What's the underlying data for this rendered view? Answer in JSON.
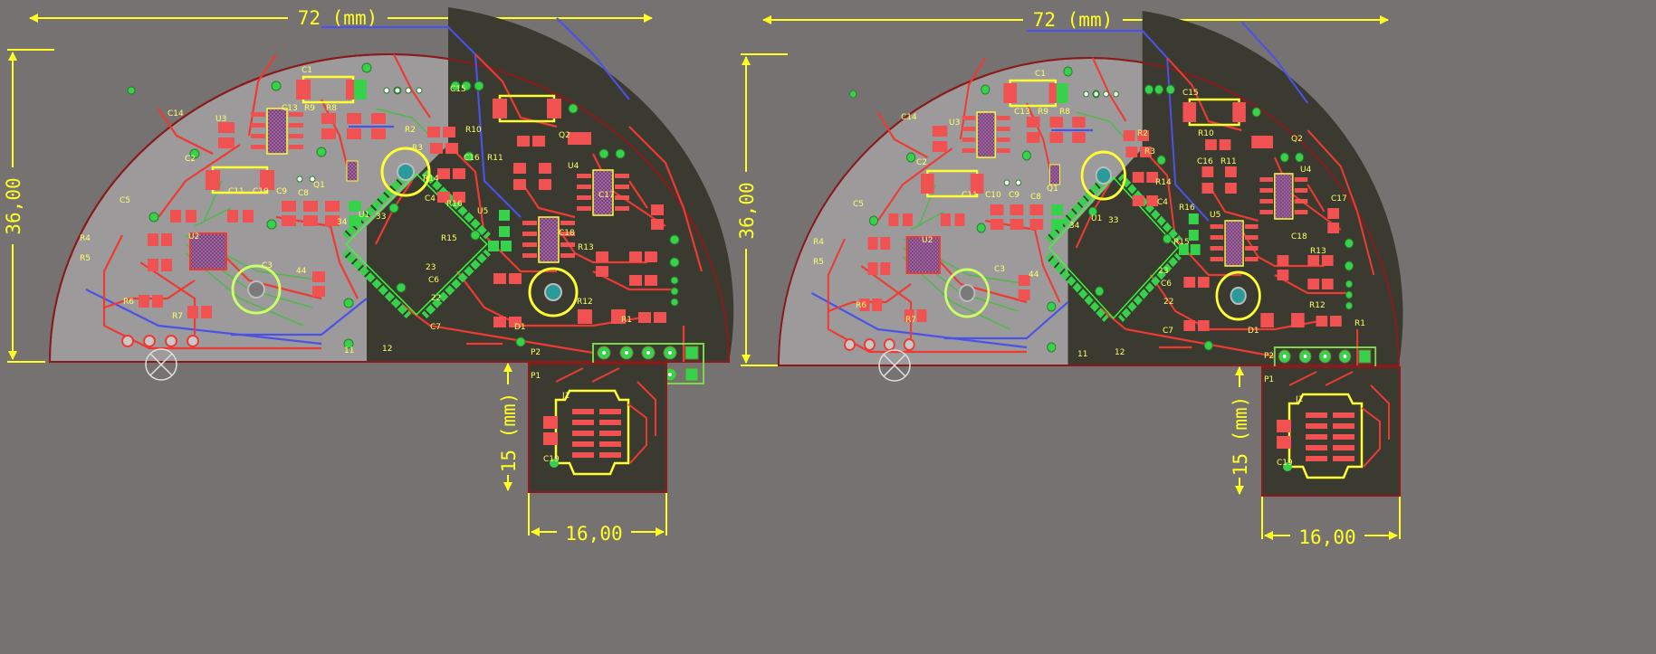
{
  "dimensions": {
    "width_label": "72 (mm)",
    "height_label": "36,00",
    "tab_height_label": "15 (mm)",
    "tab_width_label": "16,00"
  },
  "colors": {
    "background": "#767272",
    "board_light": "#9c9a9a",
    "board_dark": "#3a3a30",
    "trace": "#ee3a32",
    "trace_blue": "#4b52e8",
    "pad": "#f05252",
    "pad_green": "#37d24b",
    "silkscreen": "#ffff33",
    "outline": "#8b1a1a"
  },
  "left_board": {
    "refs": {
      "c1": "C1",
      "c2": "C2",
      "c3": "C3",
      "c4": "C4",
      "c5": "C5",
      "c6": "C6",
      "c7": "C7",
      "c8": "C8",
      "c9": "C9",
      "c10": "C10",
      "c11": "C11",
      "c13": "C13",
      "c14": "C14",
      "c15": "C15",
      "c16": "C16",
      "c17": "C17",
      "c18": "C18",
      "c19": "C19",
      "r1": "R1",
      "r2": "R2",
      "r3": "R3",
      "r4": "R4",
      "r5": "R5",
      "r6": "R6",
      "r7": "R7",
      "r8": "R8",
      "r9": "R9",
      "r10": "R10",
      "r11": "R11",
      "r12": "R12",
      "r13": "R13",
      "r14": "R14",
      "r15": "R15",
      "r16": "R16",
      "u1": "U1",
      "u2": "U2",
      "u3": "U3",
      "u4": "U4",
      "u5": "U5",
      "q1": "Q1",
      "q2": "Q2",
      "d1": "D1",
      "j1": "J1",
      "p1": "P1",
      "p2": "P2",
      "n11": "11",
      "n12": "12",
      "n22": "22",
      "n23": "23",
      "n33": "33",
      "n34": "34",
      "n44": "44"
    }
  },
  "right_board": {
    "refs": {
      "c1": "C1",
      "c2": "C2",
      "c3": "C3",
      "c4": "C4",
      "c5": "C5",
      "c6": "C6",
      "c7": "C7",
      "c8": "C8",
      "c9": "C9",
      "c10": "C10",
      "c11": "C11",
      "c13": "C13",
      "c14": "C14",
      "c15": "C15",
      "c16": "C16",
      "c17": "C17",
      "c18": "C18",
      "c19": "C19",
      "r1": "R1",
      "r2": "R2",
      "r3": "R3",
      "r4": "R4",
      "r5": "R5",
      "r6": "R6",
      "r7": "R7",
      "r8": "R8",
      "r9": "R9",
      "r10": "R10",
      "r11": "R11",
      "r12": "R12",
      "r13": "R13",
      "r14": "R14",
      "r15": "R15",
      "r16": "R16",
      "u1": "U1",
      "u2": "U2",
      "u3": "U3",
      "u4": "U4",
      "u5": "U5",
      "q1": "Q1",
      "q2": "Q2",
      "d1": "D1",
      "j1": "J1",
      "p1": "P1",
      "p2": "P2",
      "n11": "11",
      "n12": "12",
      "n22": "22",
      "n23": "23",
      "n33": "33",
      "n34": "34",
      "n44": "44"
    }
  }
}
